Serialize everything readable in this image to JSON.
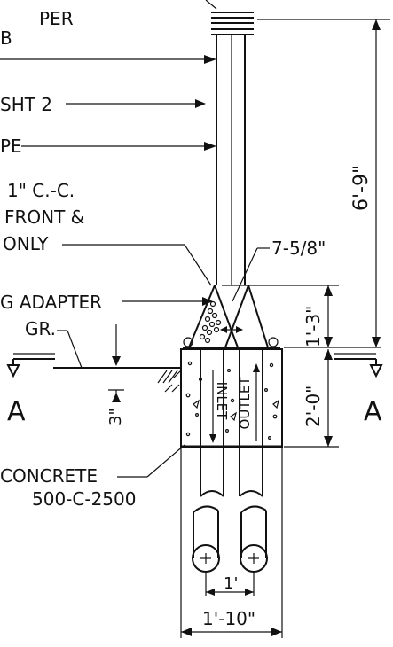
{
  "labels": {
    "per": "PER",
    "b": "B",
    "sht2": "SHT 2",
    "pe": "PE",
    "spacing": "1\" C.-C.",
    "front": "FRONT &",
    "only": "ONLY",
    "adapter": "G ADAPTER",
    "gr": "GR.",
    "section_left": "A",
    "section_right": "A",
    "concrete_1": "CONCRETE",
    "concrete_2": "500-C-2500",
    "inlet": "INLET",
    "outlet": "OUTLET"
  },
  "dimensions": {
    "top_width": "7-5/8\"",
    "overall_height": "6'-9\"",
    "above_grade": "1'-3\"",
    "below_grade": "2'-0\"",
    "depth_3in": "3\"",
    "pipe_spacing": "1'",
    "base_width": "1'-10\""
  }
}
